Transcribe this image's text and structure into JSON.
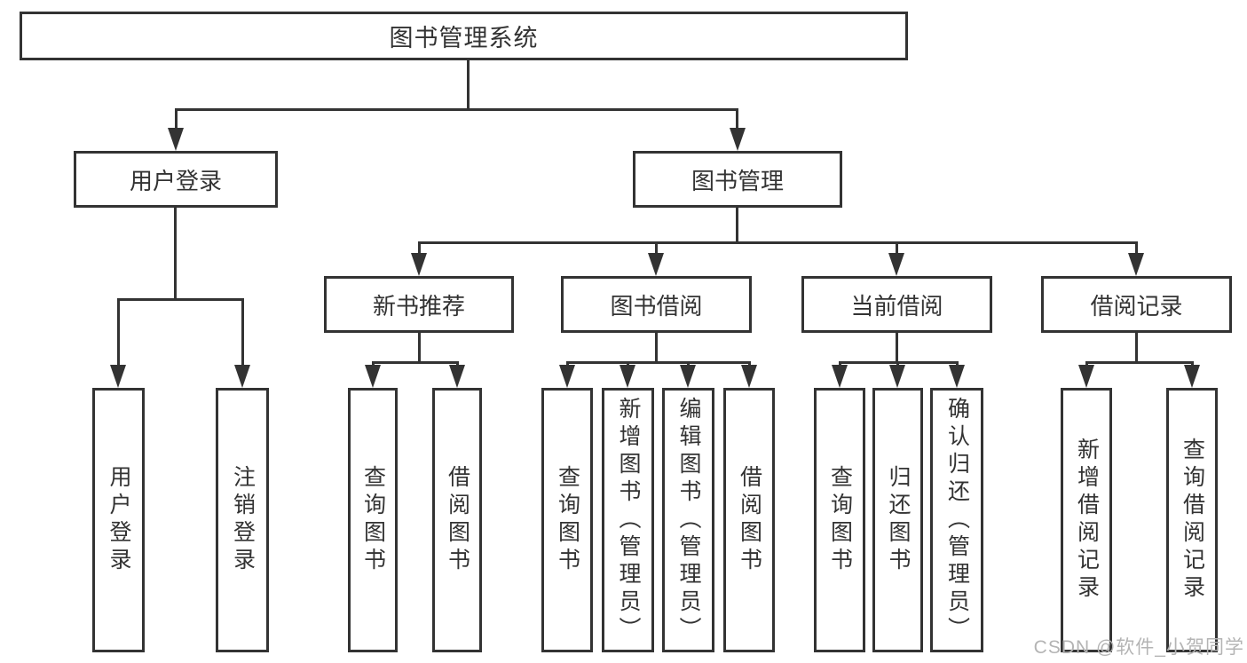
{
  "diagram": {
    "title": "图书管理系统",
    "branches": [
      {
        "label": "用户登录",
        "leaves": [
          "用户登录",
          "注销登录"
        ]
      },
      {
        "label": "图书管理",
        "sections": [
          {
            "label": "新书推荐",
            "leaves": [
              "查询图书",
              "借阅图书"
            ]
          },
          {
            "label": "图书借阅",
            "leaves": [
              "查询图书",
              "新增图书（管理员）",
              "编辑图书（管理员）",
              "借阅图书"
            ]
          },
          {
            "label": "当前借阅",
            "leaves": [
              "查询图书",
              "归还图书",
              "确认归还（管理员）"
            ]
          },
          {
            "label": "借阅记录",
            "leaves": [
              "新增借阅记录",
              "查询借阅记录"
            ]
          }
        ]
      }
    ]
  },
  "watermark": {
    "text": "CSDN @软件_小贺同学"
  },
  "colors": {
    "line": "#333333",
    "background": "#ffffff",
    "watermark": "#b4b4b4"
  }
}
